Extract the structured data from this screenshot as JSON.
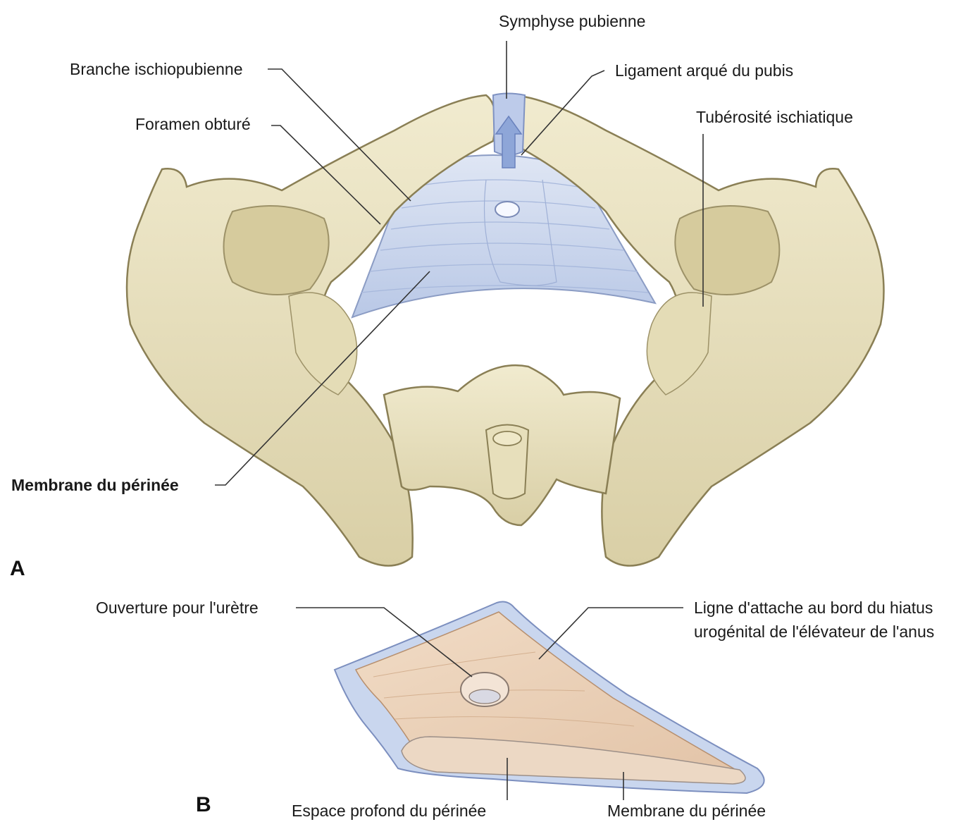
{
  "figure": {
    "panel_a": "A",
    "panel_b": "B"
  },
  "labels_a": {
    "symphyse": "Symphyse pubienne",
    "branche": "Branche ischiopubienne",
    "ligament": "Ligament arqué du pubis",
    "foramen": "Foramen obturé",
    "tuberosite": "Tubérosité ischiatique",
    "membrane": "Membrane du périnée"
  },
  "labels_b": {
    "ouverture": "Ouverture pour l'urètre",
    "ligne_1": "Ligne d'attache au bord du hiatus",
    "ligne_2": "urogénital de l'élévateur de l'anus",
    "espace": "Espace profond du périnée",
    "membrane": "Membrane du périnée"
  },
  "colors": {
    "bone": "#e9e2c0",
    "bone_shade": "#c9bf95",
    "membrane_blue": "#c6d3ea",
    "arrow_blue": "#8ea6d8",
    "tissue": "#ecd3bd",
    "leader": "#333333"
  }
}
